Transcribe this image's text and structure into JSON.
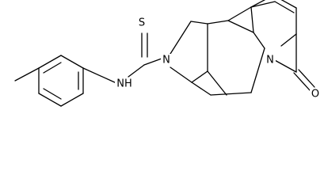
{
  "atoms": {
    "S": "S",
    "N_thioamide": "N",
    "NH": "NH",
    "N_pyridone": "N",
    "O": "O"
  }
}
